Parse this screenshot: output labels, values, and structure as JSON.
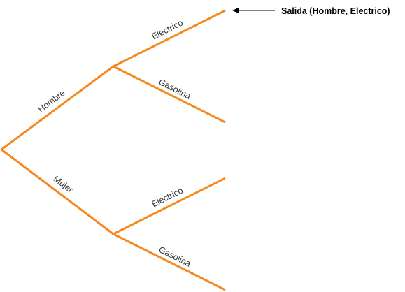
{
  "colors": {
    "edge": "#f5891e",
    "label_text": "#333333",
    "callout": "#000000"
  },
  "tree": {
    "level1": {
      "upper_label": "Hombre",
      "lower_label": "Mujer"
    },
    "upper_branch": {
      "upper_label": "Electrico",
      "lower_label": "Gasolina"
    },
    "lower_branch": {
      "upper_label": "Electrico",
      "lower_label": "Gasolina"
    }
  },
  "callout": {
    "text": "Salida (Hombre, Electrico)",
    "arrow_icon": "arrow-left-icon"
  }
}
